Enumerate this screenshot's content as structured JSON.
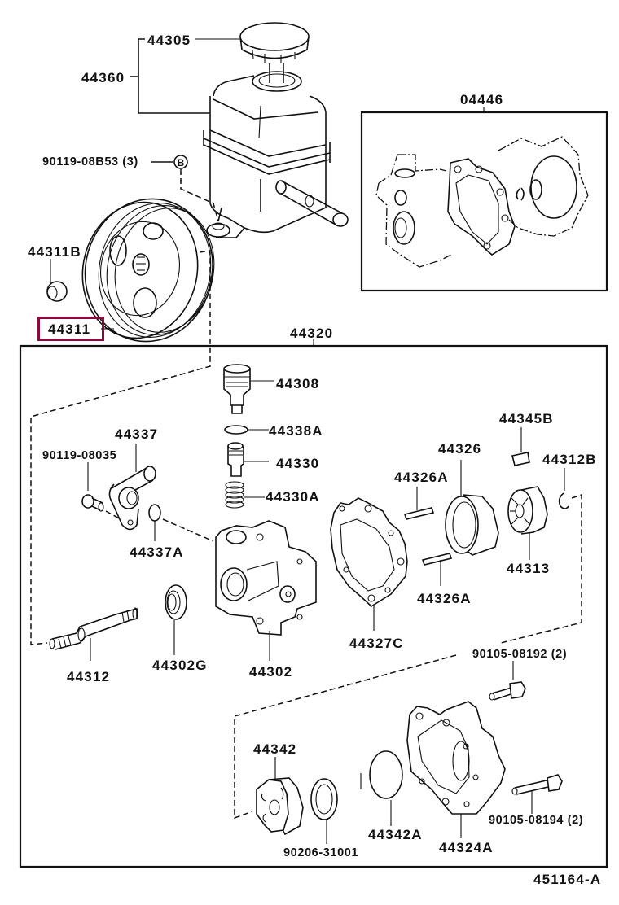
{
  "diagram": {
    "title": "Power steering vane pump exploded parts diagram",
    "highlight_color": "#8b0a3a",
    "line_color": "#111111",
    "reference_code": "451164-A",
    "highlighted_part": "44311",
    "groups": {
      "reservoir_assembly": "44360",
      "kit": "04446",
      "pump_assembly": "44320"
    },
    "parts": {
      "p44305": "44305",
      "p44360": "44360",
      "p90119_08B53": "90119-08B53 (3)",
      "p04446": "04446",
      "p44311B": "44311B",
      "p44311": "44311",
      "p44320": "44320",
      "p44308": "44308",
      "p44338A": "44338A",
      "p44337": "44337",
      "p90119_08035": "90119-08035",
      "p44330": "44330",
      "p44330A": "44330A",
      "p44337A": "44337A",
      "p44345B": "44345B",
      "p44326": "44326",
      "p44312B": "44312B",
      "p44326A_top": "44326A",
      "p44326A_bottom": "44326A",
      "p44313": "44313",
      "p44312": "44312",
      "p44302G": "44302G",
      "p44302": "44302",
      "p44327C": "44327C",
      "p90105_08192": "90105-08192 (2)",
      "p44342": "44342",
      "p90105_08194": "90105-08194 (2)",
      "p90206_31001": "90206-31001",
      "p44342A": "44342A",
      "p44324A": "44324A"
    },
    "bolt_marker": "B"
  }
}
